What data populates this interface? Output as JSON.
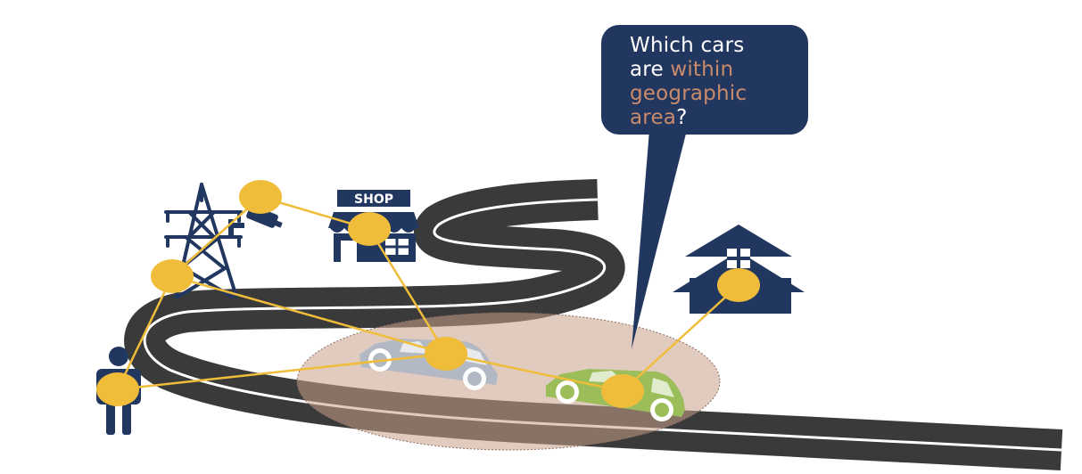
{
  "callout": {
    "line1": "Which cars",
    "line2_prefix": "are ",
    "line2_highlight": "within",
    "line3_highlight": "geographic",
    "line4_highlight": "area",
    "line4_suffix": "?"
  },
  "shop_sign": "SHOP",
  "colors": {
    "navy": "#22375f",
    "node_yellow": "#f0bd3a",
    "edge_yellow": "#f0bd3a",
    "road": "#3a3a3a",
    "area_fill": "#c9a08a",
    "car_gray": "#b3b9c4",
    "car_green": "#9bbd5a",
    "highlight_text": "#c98b6b"
  },
  "icons": [
    "power-tower-icon",
    "security-camera-icon",
    "shop-icon",
    "person-icon",
    "house-icon",
    "car-icon"
  ]
}
